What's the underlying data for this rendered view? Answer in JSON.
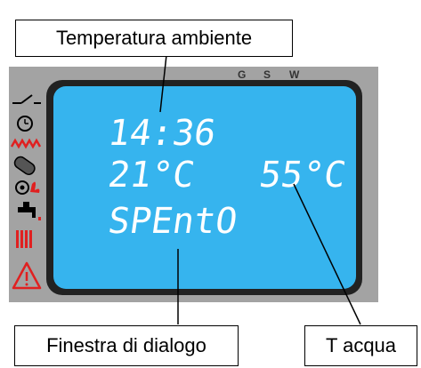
{
  "labels": {
    "top": "Temperatura ambiente",
    "bottom_left": "Finestra di dialogo",
    "bottom_right": "T acqua"
  },
  "mode_letters": [
    "G",
    "S",
    "W"
  ],
  "display": {
    "time": "14:36",
    "room_temp": "21°C",
    "water_temp": "55°C",
    "status": "SPEntO"
  },
  "side_icons": [
    "switch-icon",
    "clock-icon",
    "heating-wave-icon",
    "tank-icon",
    "burner-flame-icon",
    "tap-icon",
    "radiator-icon",
    "warning-triangle-icon"
  ],
  "colors": {
    "screen": "#36b4ee",
    "panel": "#a3a3a3",
    "bezel": "#222222",
    "accent_red": "#e02020",
    "digits": "#ffffff"
  }
}
